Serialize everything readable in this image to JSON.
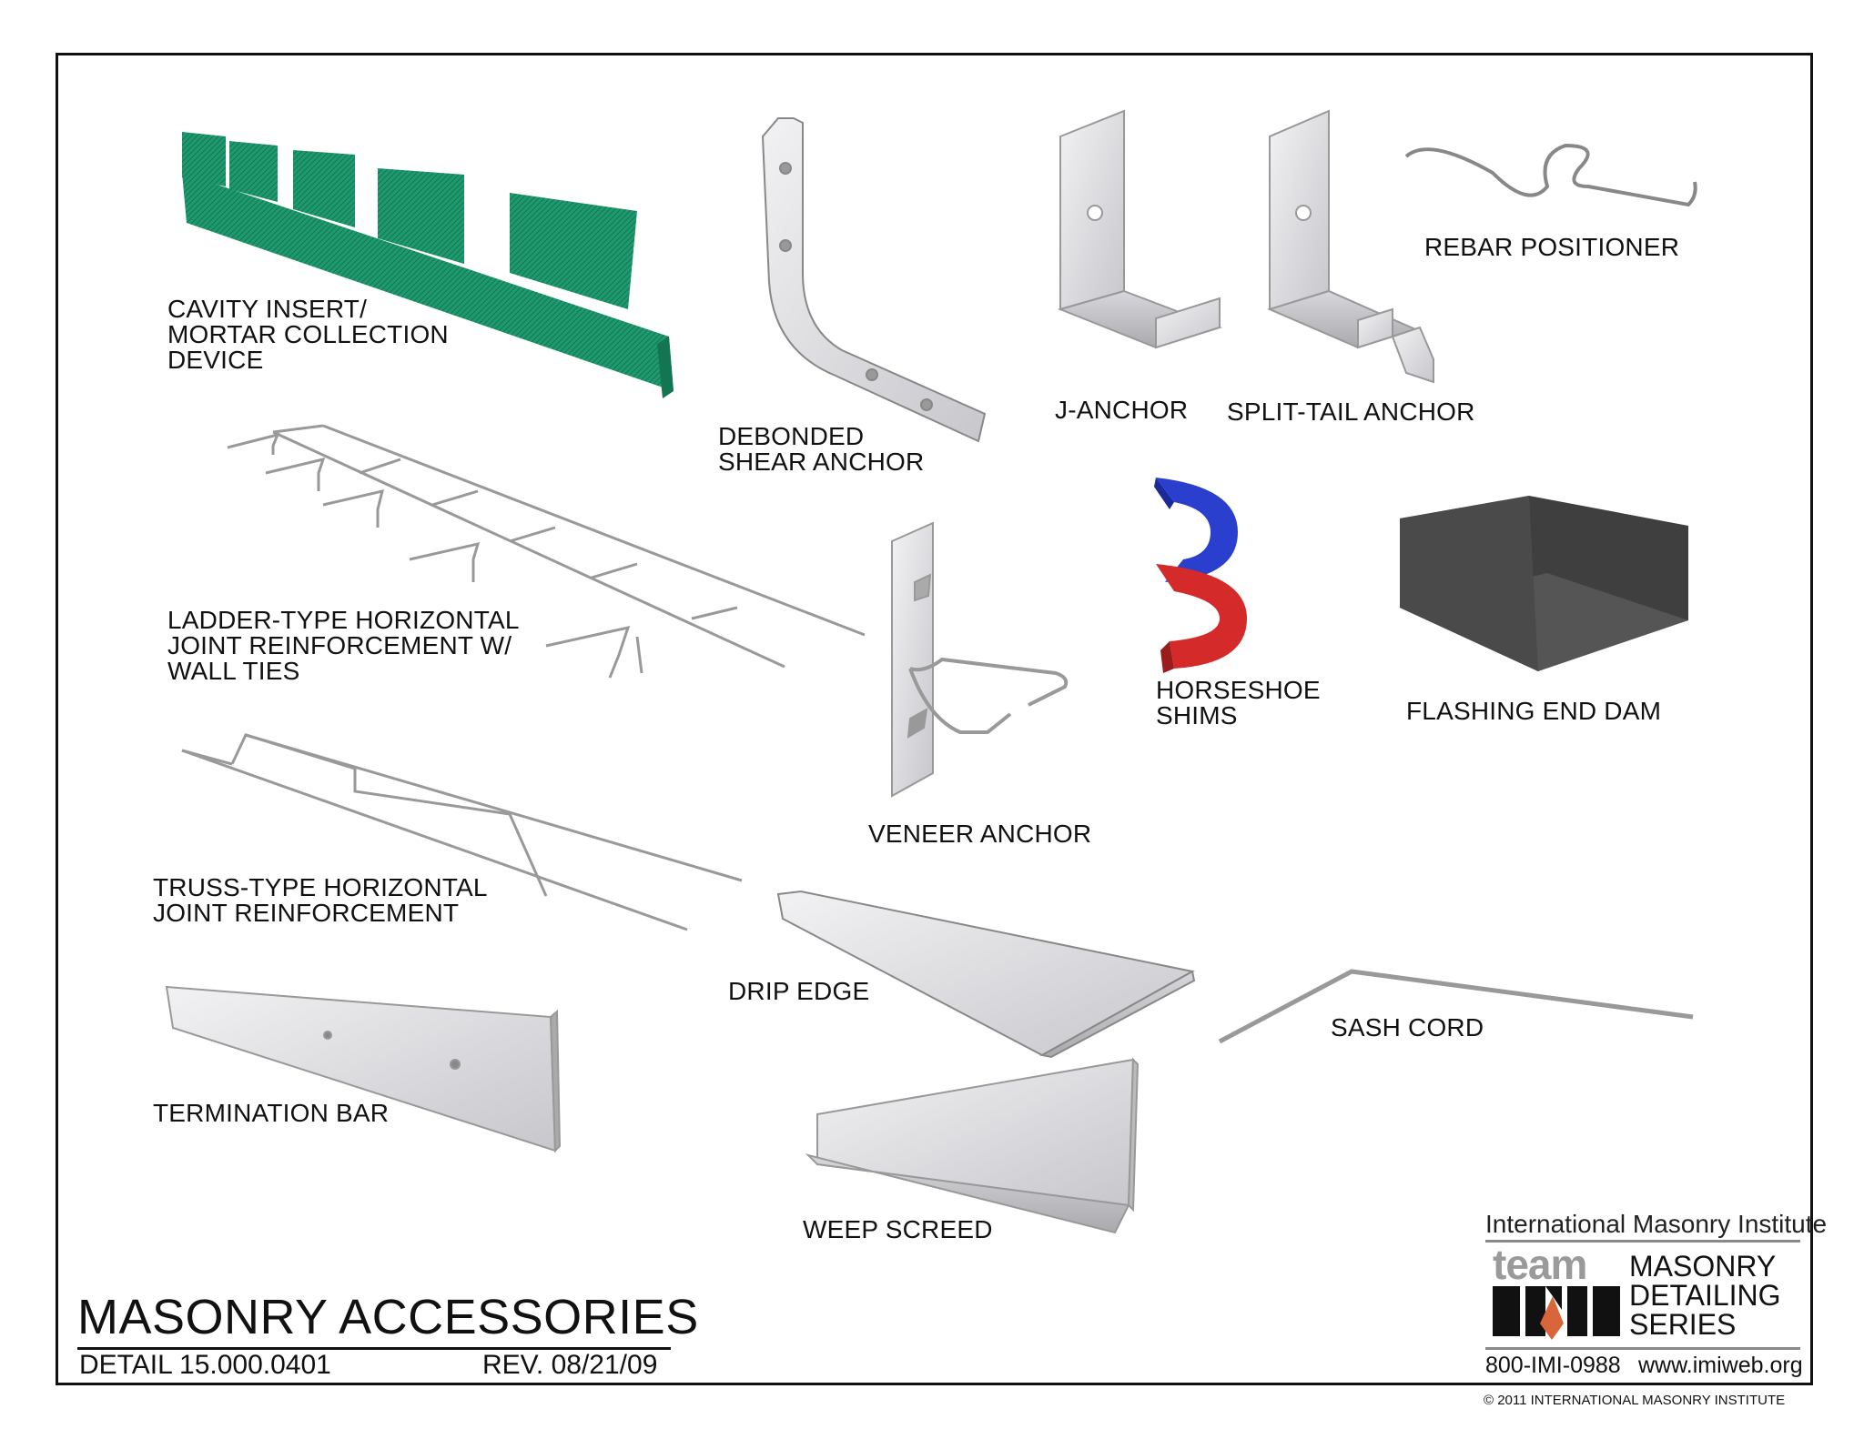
{
  "sheet": {
    "title": "MASONRY ACCESSORIES",
    "detail": "DETAIL 15.000.0401",
    "revision": "REV. 08/21/09",
    "copyright": "© 2011 INTERNATIONAL MASONRY INSTITUTE"
  },
  "logo": {
    "organization": "International Masonry Institute",
    "team": "team",
    "series": "MASONRY\nDETAILING\nSERIES",
    "phone": "800-IMI-0988",
    "website": "www.imiweb.org"
  },
  "labels": {
    "cavity_insert": "CAVITY INSERT/\nMORTAR COLLECTION\nDEVICE",
    "debonded_shear_anchor": "DEBONDED\nSHEAR ANCHOR",
    "j_anchor": "J-ANCHOR",
    "split_tail_anchor": "SPLIT-TAIL ANCHOR",
    "rebar_positioner": "REBAR POSITIONER",
    "ladder_reinforcement": "LADDER-TYPE HORIZONTAL\nJOINT REINFORCEMENT W/\nWALL TIES",
    "veneer_anchor": "VENEER ANCHOR",
    "horseshoe_shims": "HORSESHOE\nSHIMS",
    "flashing_end_dam": "FLASHING END DAM",
    "truss_reinforcement": "TRUSS-TYPE HORIZONTAL\nJOINT REINFORCEMENT",
    "drip_edge": "DRIP EDGE",
    "sash_cord": "SASH CORD",
    "termination_bar": "TERMINATION BAR",
    "weep_screed": "WEEP SCREED"
  },
  "colors": {
    "cavity_insert": "#1f9a6e",
    "shim_blue": "#2b3fcf",
    "shim_red": "#d42a2a",
    "metal_light": "#e4e4e8",
    "metal_mid": "#bdbdc2",
    "end_dam": "#555555",
    "logo_orange": "#d9663a"
  }
}
